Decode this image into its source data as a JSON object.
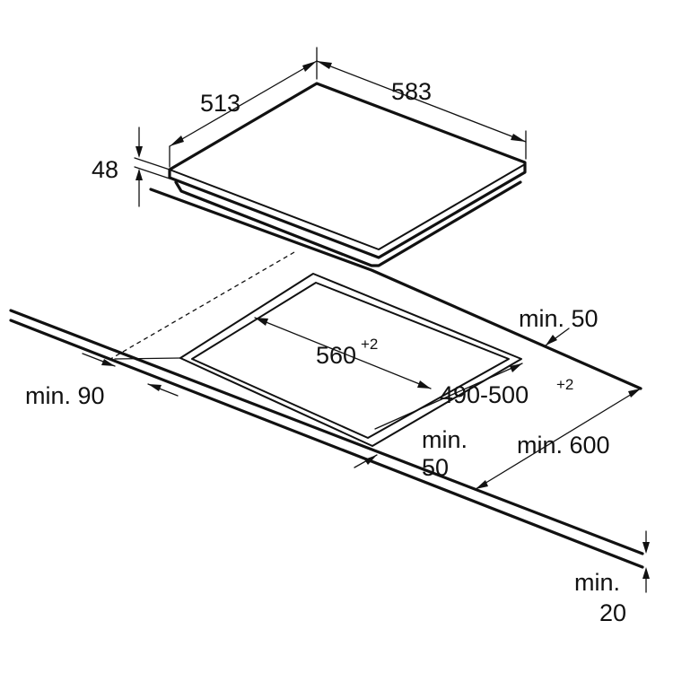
{
  "diagram": {
    "hob": {
      "width": "513",
      "depth": "583",
      "height": "48"
    },
    "cutout": {
      "width_main": "560",
      "width_tol": "+2",
      "depth_main": "490-500",
      "depth_tol": "+2"
    },
    "clearances": {
      "back_min": "min. 50",
      "side_min": "min. 90",
      "front_min_line1": "min.",
      "front_min_line2": "50",
      "worktop_depth": "min. 600",
      "worktop_thickness_line1": "min.",
      "worktop_thickness_line2": "20"
    }
  }
}
